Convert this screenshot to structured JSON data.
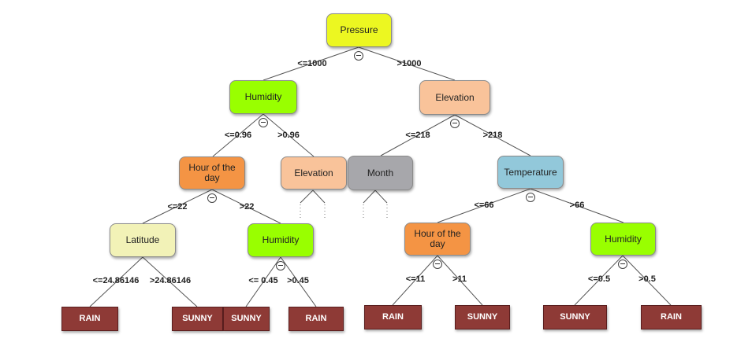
{
  "colors": {
    "pressure": "#ecf721",
    "humidity": "#99ff00",
    "elevation": "#f9c39a",
    "hour": "#f49444",
    "month": "#a7a7ab",
    "temperature": "#92c8da",
    "latitude": "#f2f2b7",
    "leaf": "#8e3a36",
    "line": "#555555"
  },
  "nodes": {
    "pressure": "Pressure",
    "humidity_left": "Humidity",
    "elevation_right": "Elevation",
    "hour_left": "Hour of the day",
    "elevation_mid": "Elevation",
    "month": "Month",
    "temperature": "Temperature",
    "latitude": "Latitude",
    "humidity_mid": "Humidity",
    "hour_right": "Hour of the day",
    "humidity_right": "Humidity"
  },
  "leaves": {
    "l1": "RAIN",
    "l2": "SUNNY",
    "l3": "SUNNY",
    "l4": "RAIN",
    "l5": "RAIN",
    "l6": "SUNNY",
    "l7": "SUNNY",
    "l8": "RAIN"
  },
  "edges": {
    "pressure_le": "<=1000",
    "pressure_gt": ">1000",
    "humidity_le": "<=0.96",
    "humidity_gt": ">0.96",
    "elevation_le": "<=218",
    "elevation_gt": ">218",
    "hour_le": "<=22",
    "hour_gt": ">22",
    "temp_le": "<=66",
    "temp_gt": ">66",
    "latitude_le": "<=24.86146",
    "latitude_gt": ">24.86146",
    "humidity_mid_le": "<= 0.45",
    "humidity_mid_gt": ">0.45",
    "hour_right_le": "<=11",
    "hour_right_gt": ">11",
    "humidity_right_le": "<=0.5",
    "humidity_right_gt": ">0.5"
  }
}
